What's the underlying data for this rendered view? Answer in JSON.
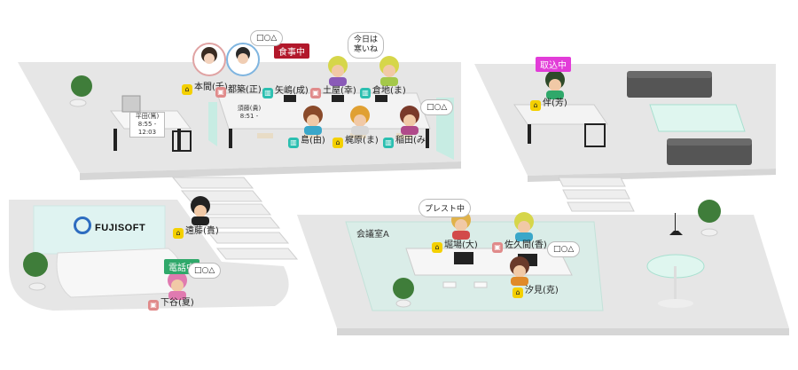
{
  "colors": {
    "floor": "#e6e6e6",
    "floor_edge": "#d6d6d6",
    "glass": "#bfeee2",
    "desk": "#f4f4f4",
    "status_home": "#f4d000",
    "status_office": "#2bbfb0",
    "status_away": "#e08a8a",
    "badge_eating": "#b2182b",
    "badge_busy": "#e23cd8",
    "badge_phone": "#2fa86a"
  },
  "logo": {
    "text": "FUJISOFT"
  },
  "room_label": "会議室A",
  "signs": {
    "reception_sign": {
      "line1": "平田(篤)",
      "line2": "8:55 - 12:03"
    },
    "desk_sign": {
      "line1": "須藤(貴)",
      "line2": "8:51 -"
    }
  },
  "badges": {
    "eating": "食事中",
    "busy": "取込中",
    "phone": "電話中"
  },
  "bubbles": {
    "top_shapes": "□○△",
    "today": "今日は\n寒いね",
    "right_shapes": "□○△",
    "present": "プレスト中",
    "phone_shapes": "□○△",
    "meeting_shapes": "□○△"
  },
  "people": [
    {
      "name": "本間(千)",
      "status": "home",
      "icon": "home-icon"
    },
    {
      "name": "都築(正)",
      "status": "away",
      "icon": "bag-icon"
    },
    {
      "name": "矢嶋(成)",
      "status": "office",
      "icon": "building-icon"
    },
    {
      "name": "土屋(幸)",
      "status": "away",
      "icon": "bag-icon"
    },
    {
      "name": "倉地(ま)",
      "status": "office",
      "icon": "building-icon"
    },
    {
      "name": "島(由)",
      "status": "office",
      "icon": "building-icon"
    },
    {
      "name": "梶原(ま)",
      "status": "home",
      "icon": "home-icon"
    },
    {
      "name": "稲田(み)",
      "status": "office",
      "icon": "building-icon"
    },
    {
      "name": "伴(芳)",
      "status": "home",
      "icon": "home-icon"
    },
    {
      "name": "遠藤(貴)",
      "status": "home",
      "icon": "home-icon"
    },
    {
      "name": "下谷(夏)",
      "status": "away",
      "icon": "bag-icon"
    },
    {
      "name": "堀場(大)",
      "status": "home",
      "icon": "home-icon"
    },
    {
      "name": "佐久間(香)",
      "status": "away",
      "icon": "bag-icon"
    },
    {
      "name": "汐見(克)",
      "status": "home",
      "icon": "home-icon"
    }
  ]
}
